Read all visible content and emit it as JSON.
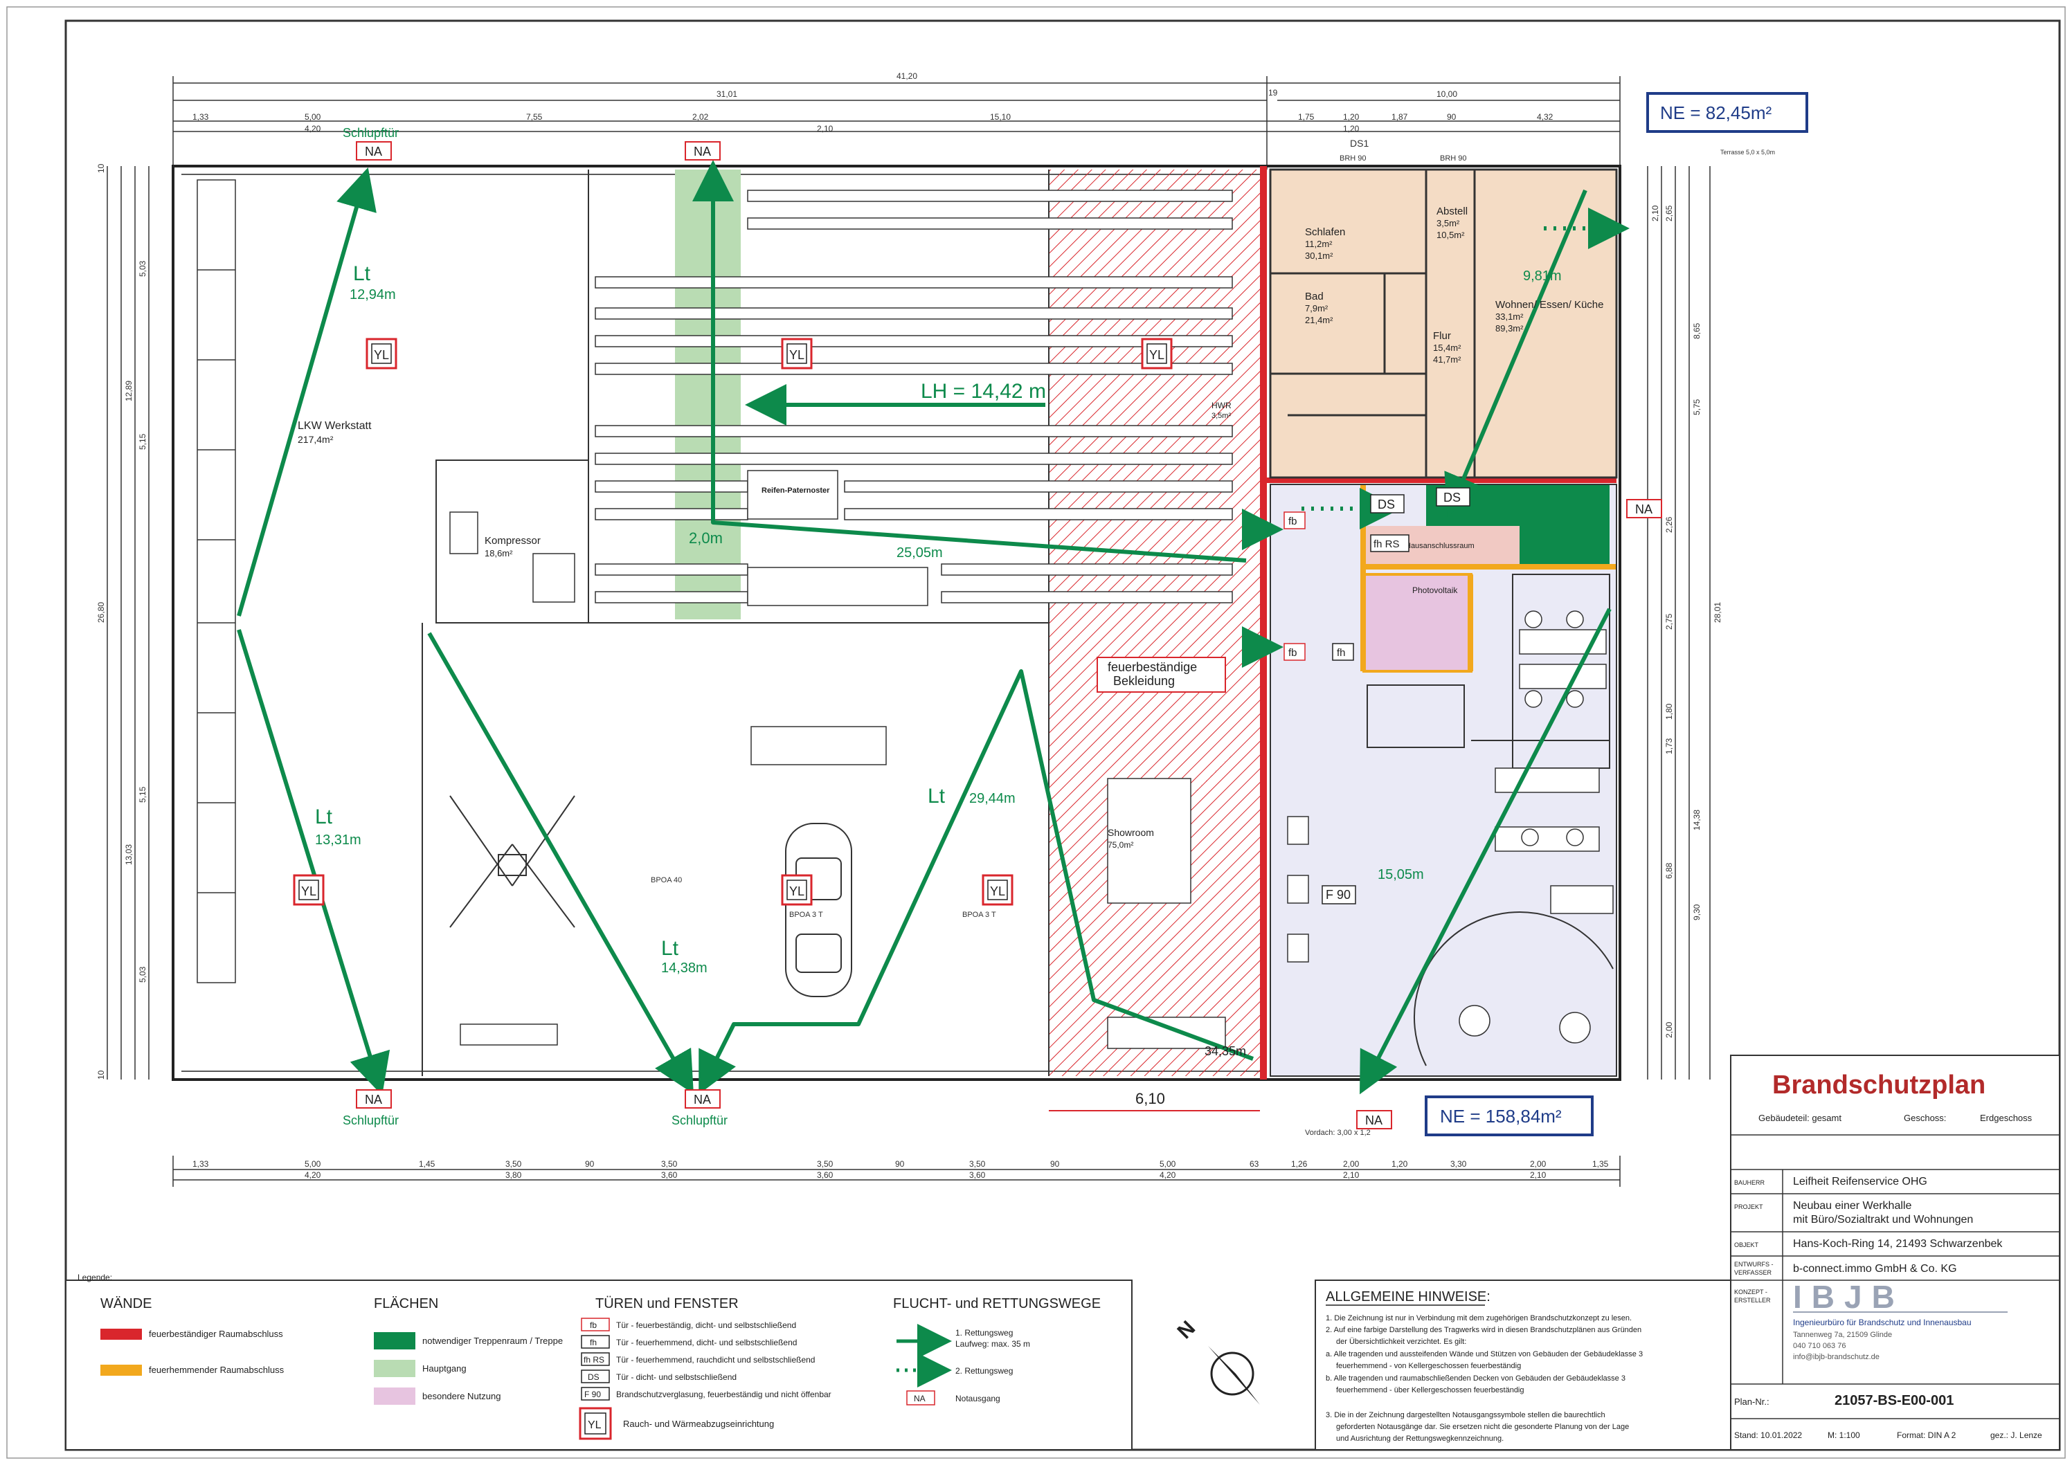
{
  "drawing": {
    "title": "Brandschutzplan",
    "gebaeudeteil_label": "Gebäudeteil: gesamt",
    "geschoss_label": "Geschoss:",
    "geschoss_value": "Erdgeschoss"
  },
  "title_block": {
    "bauherr_label": "BAUHERR",
    "bauherr_value": "Leifheit Reifenservice OHG",
    "projekt_label": "PROJEKT",
    "projekt_value_1": "Neubau einer Werkhalle",
    "projekt_value_2": "mit Büro/Sozialtrakt und Wohnungen",
    "objekt_label": "OBJEKT",
    "objekt_value": "Hans-Koch-Ring 14, 21493 Schwarzenbek",
    "verfasser_label_1": "ENTWURFS -",
    "verfasser_label_2": "VERFASSER",
    "verfasser_value": "b-connect.immo GmbH & Co. KG",
    "ersteller_label_1": "KONZEPT -",
    "ersteller_label_2": "ERSTELLER",
    "logo_text": "IBJB",
    "firm_line_1": "Ingenieurbüro für Brandschutz und Innenausbau",
    "firm_line_2": "Tannenweg 7a, 21509 Glinde",
    "firm_line_3": "040 710 063 76",
    "firm_line_4": "info@ibjb-brandschutz.de",
    "plan_nr_label": "Plan-Nr.:",
    "plan_nr_value": "21057-BS-E00-001",
    "stand": "Stand: 10.01.2022",
    "massstab": "M: 1:100",
    "format": "Format: DIN A 2",
    "gez": "gez.: J. Lenze"
  },
  "legend": {
    "caption": "Legende:",
    "waende_title": "WÄNDE",
    "waende_items": [
      {
        "label": "feuerbeständiger Raumabschluss",
        "color": "#d9262c"
      },
      {
        "label": "feuerhemmender Raumabschluss",
        "color": "#f2a81d"
      }
    ],
    "flaechen_title": "FLÄCHEN",
    "flaechen_items": [
      {
        "label": "notwendiger Treppenraum / Treppe",
        "color": "#0d8a4b"
      },
      {
        "label": "Hauptgang",
        "color": "#b9dcb3"
      },
      {
        "label": "besondere Nutzung",
        "color": "#e7c4e0"
      }
    ],
    "tueren_title": "TÜREN und FENSTER",
    "tueren_items": [
      {
        "code": "fb",
        "label": "Tür - feuerbeständig, dicht- und selbstschließend"
      },
      {
        "code": "fh",
        "label": "Tür - feuerhemmend, dicht- und selbstschließend"
      },
      {
        "code": "fh RS",
        "label": "Tür - feuerhemmend, rauchdicht und selbstschließend"
      },
      {
        "code": "DS",
        "label": "Tür - dicht- und selbstschließend"
      },
      {
        "code": "F 90",
        "label": "Brandschutzverglasung, feuerbeständig und nicht öffenbar"
      }
    ],
    "rwa_label": "Rauch- und Wärmeabzugseinrichtung",
    "flucht_title": "FLUCHT- und RETTUNGSWEGE",
    "flucht_1_a": "1. Rettungsweg",
    "flucht_1_b": "Laufweg: max. 35 m",
    "flucht_2": "2. Rettungsweg",
    "notausgang_code": "NA",
    "notausgang_label": "Notausgang"
  },
  "notes": {
    "title": "ALLGEMEINE HINWEISE:",
    "lines": [
      "1. Die Zeichnung ist nur in Verbindung mit dem zugehörigen Brandschutzkonzept zu lesen.",
      "2. Auf eine farbige Darstellung des Tragwerks wird in diesen Brandschutzplänen aus Gründen",
      "der Übersichtlichkeit verzichtet. Es gilt:",
      "a. Alle tragenden und aussteifenden Wände und Stützen von Gebäuden der Gebäudeklasse 3",
      "feuerhemmend - von Kellergeschossen feuerbeständig",
      "b. Alle tragenden und raumabschließenden Decken von Gebäuden der Gebäudeklasse 3",
      "feuerhemmend - über Kellergeschossen feuerbeständig",
      "3. Die in der Zeichnung dargestellten Notausgangssymbole stellen die baurechtlich",
      "geforderten Notausgänge dar. Sie ersetzen nicht die gesonderte Planung von der Lage",
      "und Ausrichtung der Rettungswegkennzeichnung."
    ]
  },
  "plan": {
    "ne_top": "NE = 82,45m²",
    "ne_bottom": "NE = 158,84m²",
    "dims_top": [
      "41,20",
      "31,01",
      "19",
      "10,00",
      "1,33",
      "5,00",
      "4,20",
      "7,55",
      "2,02",
      "2,10",
      "15,10",
      "1,75",
      "1,20",
      "1,20",
      "1,87",
      "90",
      "4,32"
    ],
    "dims_bottom": [
      "1,33",
      "5,00",
      "4,20",
      "1,45",
      "3,50",
      "3,80",
      "90",
      "3,50",
      "3,60",
      "3,50",
      "3,60",
      "90",
      "3,50",
      "3,60",
      "90",
      "5,00",
      "4,20",
      "63",
      "1,26",
      "2,00",
      "1,20",
      "3,30",
      "2,00",
      "1,35",
      "2,10",
      "2,10"
    ],
    "dims_left": [
      "12,89",
      "26,80",
      "13,03",
      "5,03",
      "5,15",
      "5,15",
      "5,03",
      "10",
      "10"
    ],
    "dims_right": [
      "28,01",
      "14,38",
      "6,88",
      "9,30",
      "8,65",
      "5,75",
      "2,65",
      "2,10",
      "2,26",
      "2,75",
      "1,80",
      "1,73",
      "2,00"
    ],
    "rooms": [
      {
        "name": "LKW Werkstatt",
        "area": "217,4m²"
      },
      {
        "name": "Kompressor",
        "area": "18,6m²"
      },
      {
        "name": "Reifen-Paternoster",
        "area": ""
      },
      {
        "name": "Showroom",
        "area": "75,0m²"
      },
      {
        "name": "Schlafen",
        "area1": "11,2m²",
        "area2": "30,1m²"
      },
      {
        "name": "Abstell",
        "area1": "3,5m²",
        "area2": "10,5m²"
      },
      {
        "name": "Bad",
        "area1": "7,9m²",
        "area2": "21,4m²"
      },
      {
        "name": "Flur",
        "area1": "15,4m²",
        "area2": "41,7m²"
      },
      {
        "name": "Wohnen/ Essen/ Küche",
        "area1": "33,1m²",
        "area2": "89,3m²"
      },
      {
        "name": "HWR",
        "area1": "3,5m²"
      },
      {
        "name": "Photovoltaik",
        "area": ""
      },
      {
        "name": "Hausanschlussraum",
        "area": ""
      }
    ],
    "path_labels": {
      "lt1_symbol": "Lt",
      "lt1_length": "12,94m",
      "lt2_symbol": "Lt",
      "lt2_length": "13,31m",
      "lt3_symbol": "Lt",
      "lt3_length": "14,38m",
      "lt4_symbol": "Lt",
      "lt4_length": "29,44m",
      "lh": "LH = 14,42 m",
      "main_width": "2,0m",
      "len_25": "25,05m",
      "len_981": "9,81m",
      "len_1505": "15,05m",
      "len_3435": "34,35m",
      "width_610": "6,10"
    },
    "na_labels": [
      "NA",
      "NA",
      "NA",
      "NA",
      "NA",
      "NA"
    ],
    "schlupf_labels": [
      "Schlupftür",
      "Schlupftür",
      "Schlupftür"
    ],
    "door_codes": {
      "ds1": "DS",
      "ds2": "DS",
      "fh_rs": "fh RS",
      "fb1": "fb",
      "fb2": "fb",
      "fh1": "fh",
      "f90": "F 90"
    },
    "bekleidung_1": "feuerbeständige",
    "bekleidung_2": "Bekleidung",
    "misc": {
      "bpoa40": "BPOA 40",
      "bpoa3t_1": "BPOA 3 T",
      "bpoa3t_2": "BPOA 3 T",
      "ds1_label": "DS1",
      "brh90_1": "BRH 90",
      "brh90_2": "BRH 90",
      "vordach": "Vordach: 3,00 x 1,2",
      "terrasse": "Terrasse 5,0 x 5,0m"
    }
  }
}
